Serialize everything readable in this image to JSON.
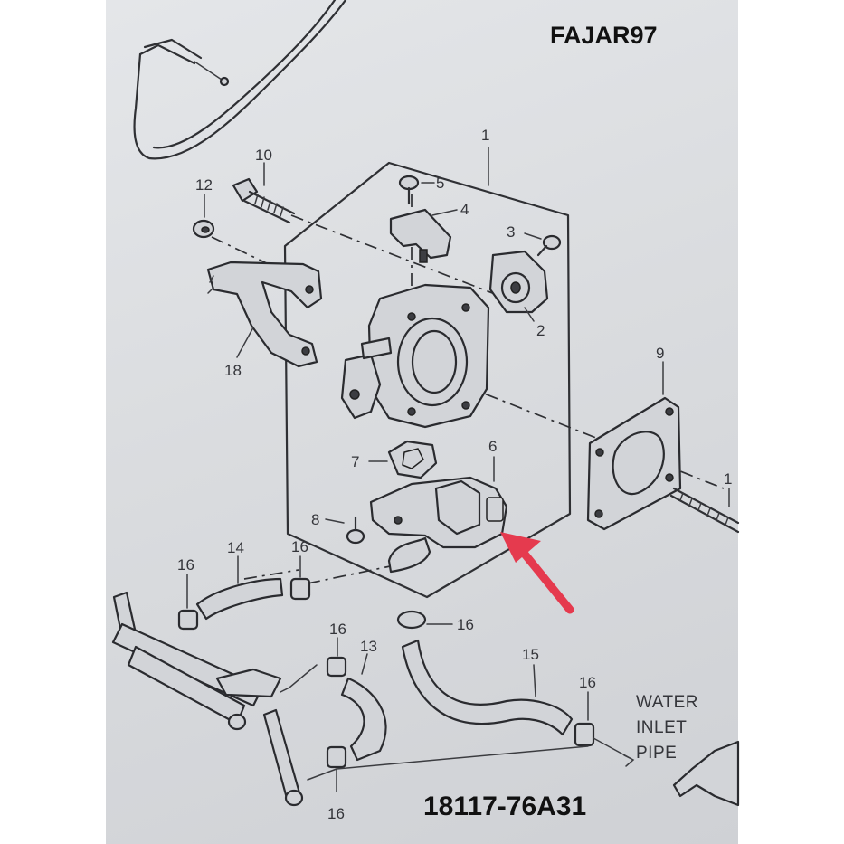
{
  "watermark": "FAJAR97",
  "part_number": "18117-76A31",
  "callouts": {
    "c1": "1",
    "c2": "2",
    "c3": "3",
    "c4": "4",
    "c5": "5",
    "c6": "6",
    "c7": "7",
    "c8": "8",
    "c9": "9",
    "c10": "10",
    "c11": "1",
    "c12": "12",
    "c13": "13",
    "c14": "14",
    "c15": "15",
    "c16a": "16",
    "c16b": "16",
    "c16c": "16",
    "c16d": "16",
    "c16e": "16",
    "c16f": "16",
    "c18": "18"
  },
  "pipe_label": [
    "WATER",
    "INLET",
    "PIPE"
  ],
  "colors": {
    "paper": "#dcdee1",
    "ink": "#2f3034",
    "arrow": "#e53a4e",
    "background": "#ffffff"
  }
}
